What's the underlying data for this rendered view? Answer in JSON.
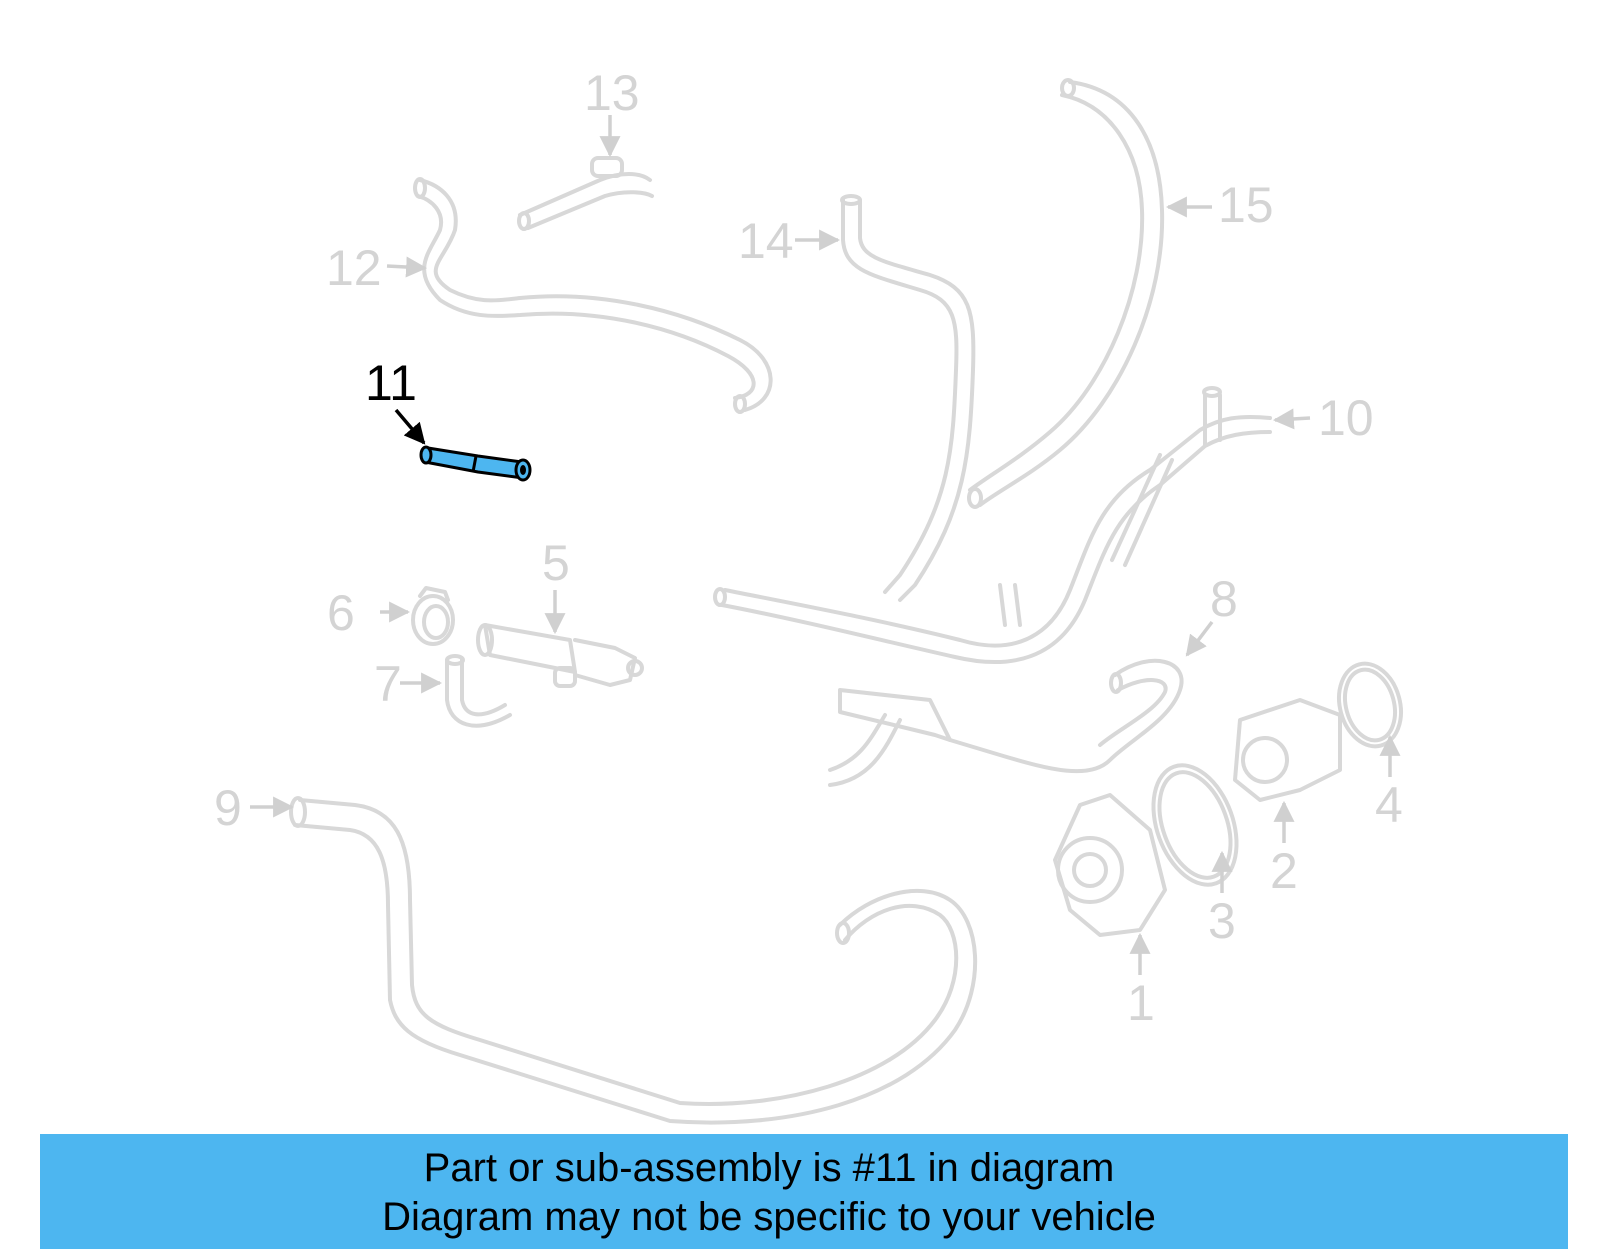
{
  "diagram": {
    "callouts": [
      {
        "id": "c1",
        "label": "1"
      },
      {
        "id": "c2",
        "label": "2"
      },
      {
        "id": "c3",
        "label": "3"
      },
      {
        "id": "c4",
        "label": "4"
      },
      {
        "id": "c5",
        "label": "5"
      },
      {
        "id": "c6",
        "label": "6"
      },
      {
        "id": "c7",
        "label": "7"
      },
      {
        "id": "c8",
        "label": "8"
      },
      {
        "id": "c9",
        "label": "9"
      },
      {
        "id": "c10",
        "label": "10"
      },
      {
        "id": "c11",
        "label": "11"
      },
      {
        "id": "c12",
        "label": "12"
      },
      {
        "id": "c13",
        "label": "13"
      },
      {
        "id": "c14",
        "label": "14"
      },
      {
        "id": "c15",
        "label": "15"
      }
    ],
    "highlighted_part": "11",
    "highlight_color": "#4db6f0",
    "line_color": "#d8d8d8"
  },
  "caption": {
    "line1": "Part or sub-assembly is #11 in diagram",
    "line2": "Diagram may not be specific to your vehicle",
    "background": "#4db6f0"
  }
}
